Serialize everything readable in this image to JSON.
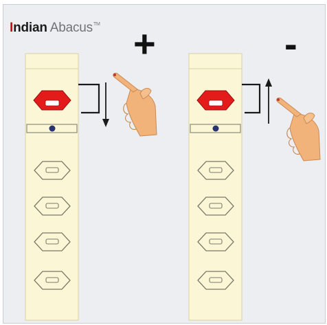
{
  "brand": {
    "letter_i": "I",
    "rest_bold": "ndian",
    "rest_light": "Abacus",
    "trademark": "TM"
  },
  "operations": {
    "add_symbol": "+",
    "subtract_symbol": "-"
  },
  "colors": {
    "background": "#eceef1",
    "rod": "#fbf7d6",
    "rod_border": "#d9d2a2",
    "upper_bead": "#e31b1b",
    "bead_outline": "#6a6a5a",
    "divider_dot": "#2a3270",
    "arrow": "#1a1a1a",
    "hand": "#f2b37a"
  },
  "icons": {
    "add_hand": "pointing-hand-icon",
    "subtract_hand": "pointing-hand-icon",
    "add_arrow": "down-arrow-icon",
    "subtract_arrow": "up-arrow-icon"
  }
}
